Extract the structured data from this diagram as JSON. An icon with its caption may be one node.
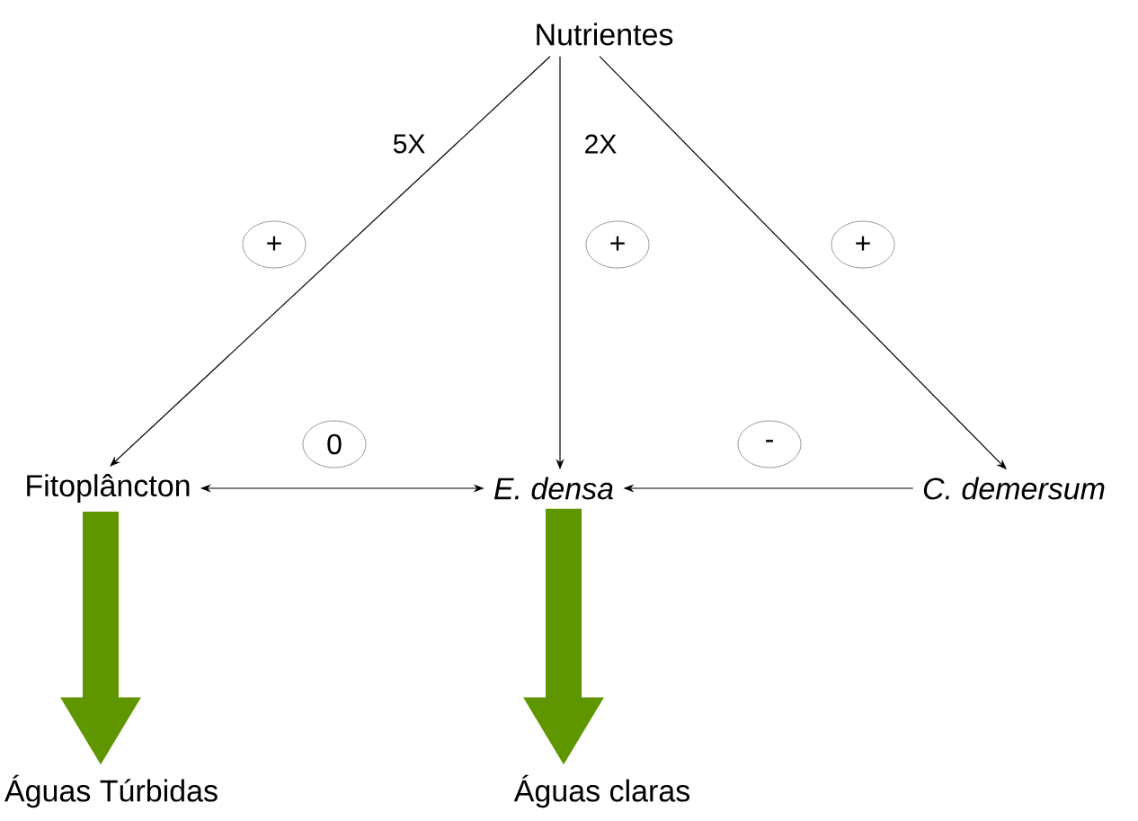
{
  "diagram": {
    "nodes": [
      {
        "text": [
          "Nutrientes"
        ]
      },
      {
        "text": [
          "Fitoplâncton"
        ]
      },
      {
        "text": [
          "E. densa"
        ]
      },
      {
        "text": [
          "C. demersum"
        ]
      },
      {
        "text": [
          "Águas Túrbidas"
        ]
      },
      {
        "text": [
          "Águas claras"
        ]
      },
      {
        "text": [
          "+"
        ]
      },
      {
        "text": [
          "+"
        ]
      },
      {
        "text": [
          "+"
        ]
      },
      {
        "text": [
          "0"
        ]
      },
      {
        "text": [
          "-"
        ]
      }
    ],
    "edges": [
      {
        "from": 0,
        "to": 1,
        "arrow": "to",
        "label": "5X"
      },
      {
        "from": 0,
        "to": 2,
        "arrow": "to",
        "label": "2X"
      },
      {
        "from": 0,
        "to": 3,
        "arrow": "to"
      },
      {
        "from": 1,
        "to": 2,
        "arrow": "both"
      },
      {
        "from": 3,
        "to": 2,
        "arrow": "to"
      },
      {
        "from": 1,
        "to": 4,
        "arrow": "to",
        "style": "thick",
        "color": "#5f9600"
      },
      {
        "from": 2,
        "to": 5,
        "arrow": "to",
        "style": "thick",
        "color": "#5f9600"
      }
    ]
  }
}
